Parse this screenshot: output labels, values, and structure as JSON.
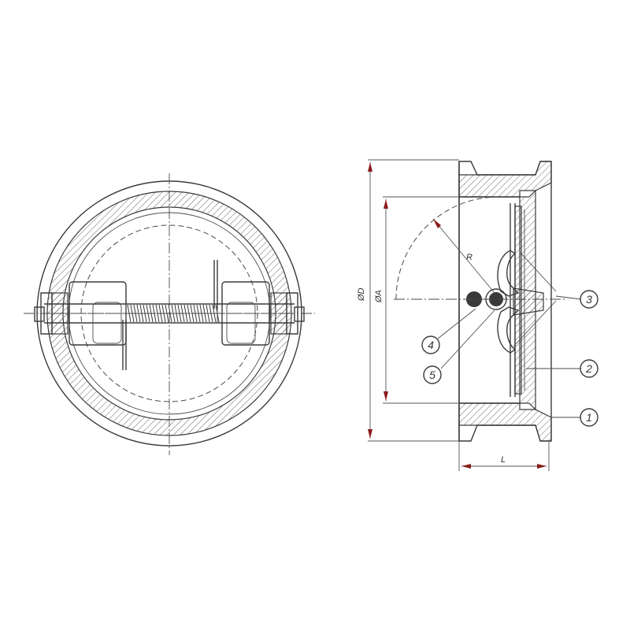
{
  "dimensions": {
    "outer_diameter": "ØD",
    "bore_diameter": "ØA",
    "radius": "R",
    "length": "L"
  },
  "callouts": [
    {
      "id": "c1",
      "label": "1"
    },
    {
      "id": "c2",
      "label": "2"
    },
    {
      "id": "c3",
      "label": "3"
    },
    {
      "id": "c4",
      "label": "4"
    },
    {
      "id": "c5",
      "label": "5"
    }
  ],
  "colors": {
    "line": "#3a3a3a",
    "arrow": "#8a1a1a",
    "background": "#ffffff"
  }
}
